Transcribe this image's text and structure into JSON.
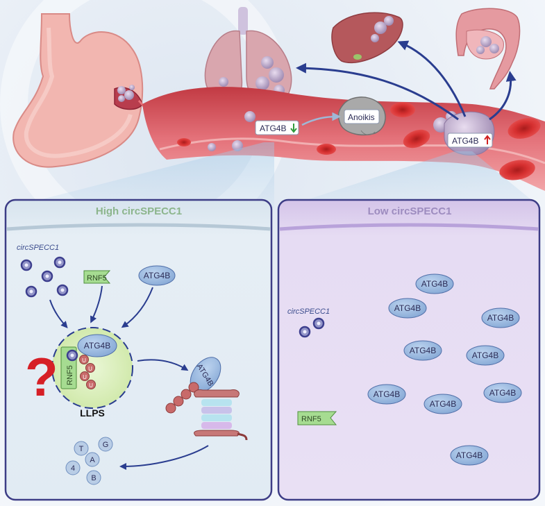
{
  "top": {
    "labels": {
      "atg4b_down": "ATG4B",
      "anoikis": "Anoikis",
      "atg4b_up": "ATG4B"
    }
  },
  "left_panel": {
    "title": "High circSPECC1",
    "circ_label": "circSPECC1",
    "rnf5": "RNF5",
    "atg4b": "ATG4B",
    "condensate_atg4b": "ATG4B",
    "condensate_rnf5": "RNF5",
    "ub": "U",
    "question": "?",
    "llps": "LLPS",
    "proteasome_atg4b": "ATG4B",
    "fragments": [
      "T",
      "G",
      "A",
      "4",
      "B"
    ]
  },
  "right_panel": {
    "title": "Low circSPECC1",
    "circ_label": "circSPECC1",
    "rnf5": "RNF5",
    "atg4b_items": [
      "ATG4B",
      "ATG4B",
      "ATG4B",
      "ATG4B",
      "ATG4B",
      "ATG4B",
      "ATG4B",
      "ATG4B",
      "ATG4B"
    ]
  },
  "colors": {
    "left_bg": "#e3edf5",
    "right_bg": "#e7dcf2",
    "panel_border": "#3d3d86",
    "arrow": "#2a3d8f",
    "atg4b_fill": "#8fb3dd",
    "rnf5_fill": "#9fd38a",
    "ubiquitin": "#c86a6a",
    "vessel": "#e9737a",
    "rbc": "#d42d2d",
    "question": "#d61f26"
  }
}
